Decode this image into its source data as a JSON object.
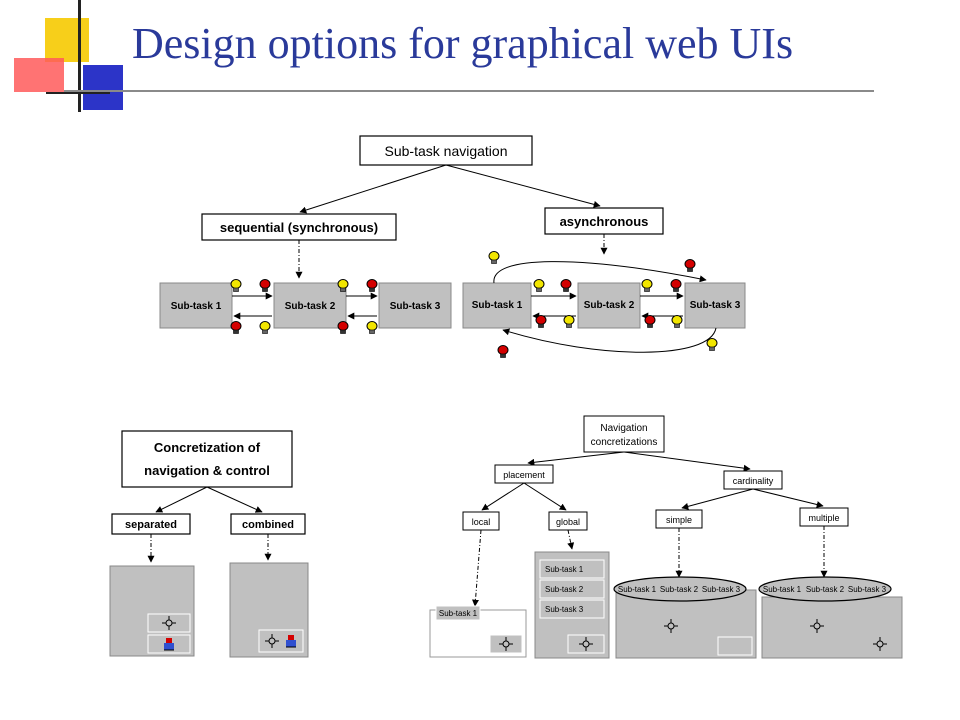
{
  "slide": {
    "title": "Design options for graphical web UIs"
  },
  "colors": {
    "title": "#2a3a9a",
    "panel": "#c0c0c0",
    "bulb_yellow": "#f2e600",
    "bulb_red": "#d40000"
  },
  "tree1": {
    "root": "Sub-task navigation",
    "left": "sequential (synchronous)",
    "right": "asynchronous",
    "sequential_tasks": [
      "Sub-task 1",
      "Sub-task 2",
      "Sub-task 3"
    ],
    "async_tasks": [
      "Sub-task 1",
      "Sub-task 2",
      "Sub-task 3"
    ]
  },
  "tree2": {
    "root_line1": "Concretization of",
    "root_line2": "navigation & control",
    "left": "separated",
    "right": "combined"
  },
  "tree3": {
    "root_line1": "Navigation",
    "root_line2": "concretizations",
    "placement": "placement",
    "cardinality": "cardinality",
    "local": "local",
    "global": "global",
    "simple": "simple",
    "multiple": "multiple",
    "local_tab": "Sub-task 1",
    "global_items": [
      "Sub-task 1",
      "Sub-task 2",
      "Sub-task 3"
    ],
    "simple_tabs": [
      "Sub-task 1",
      "Sub-task 2",
      "Sub-task 3"
    ],
    "multiple_tabs": [
      "Sub-task 1",
      "Sub-task 2",
      "Sub-task 3"
    ]
  }
}
